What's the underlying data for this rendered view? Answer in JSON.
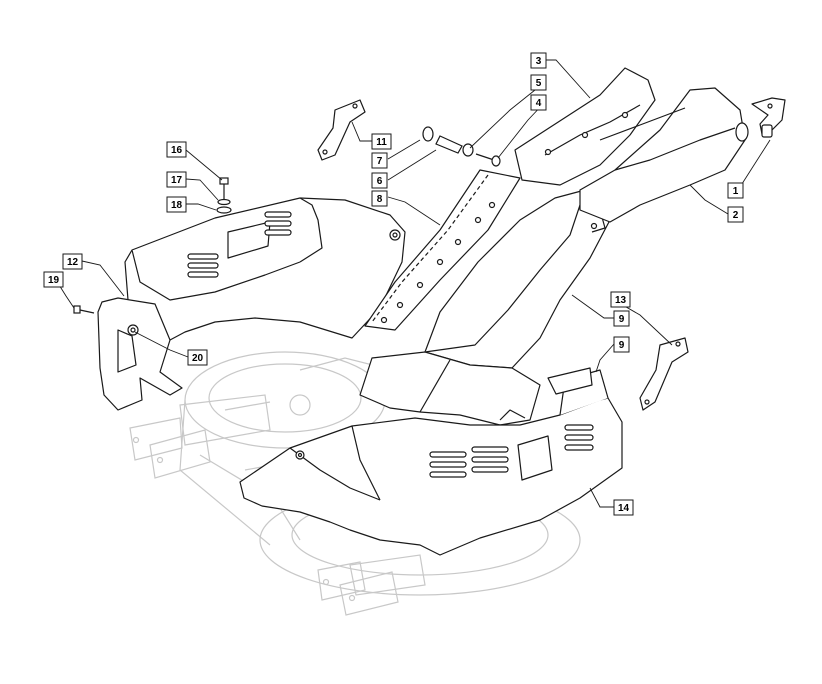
{
  "diagram": {
    "callouts": [
      {
        "id": "c1",
        "label": "1"
      },
      {
        "id": "c2",
        "label": "2"
      },
      {
        "id": "c3",
        "label": "3"
      },
      {
        "id": "c4",
        "label": "4"
      },
      {
        "id": "c5",
        "label": "5"
      },
      {
        "id": "c6",
        "label": "6"
      },
      {
        "id": "c7",
        "label": "7"
      },
      {
        "id": "c8",
        "label": "8"
      },
      {
        "id": "c9a",
        "label": "9"
      },
      {
        "id": "c9b",
        "label": "9"
      },
      {
        "id": "c11",
        "label": "11"
      },
      {
        "id": "c12",
        "label": "12"
      },
      {
        "id": "c13",
        "label": "13"
      },
      {
        "id": "c14",
        "label": "14"
      },
      {
        "id": "c16",
        "label": "16"
      },
      {
        "id": "c17",
        "label": "17"
      },
      {
        "id": "c18",
        "label": "18"
      },
      {
        "id": "c19",
        "label": "19"
      },
      {
        "id": "c20",
        "label": "20"
      }
    ],
    "colors": {
      "line": "#1a1a1a",
      "ghost": "#c8c8c8",
      "paper": "#ffffff"
    }
  }
}
